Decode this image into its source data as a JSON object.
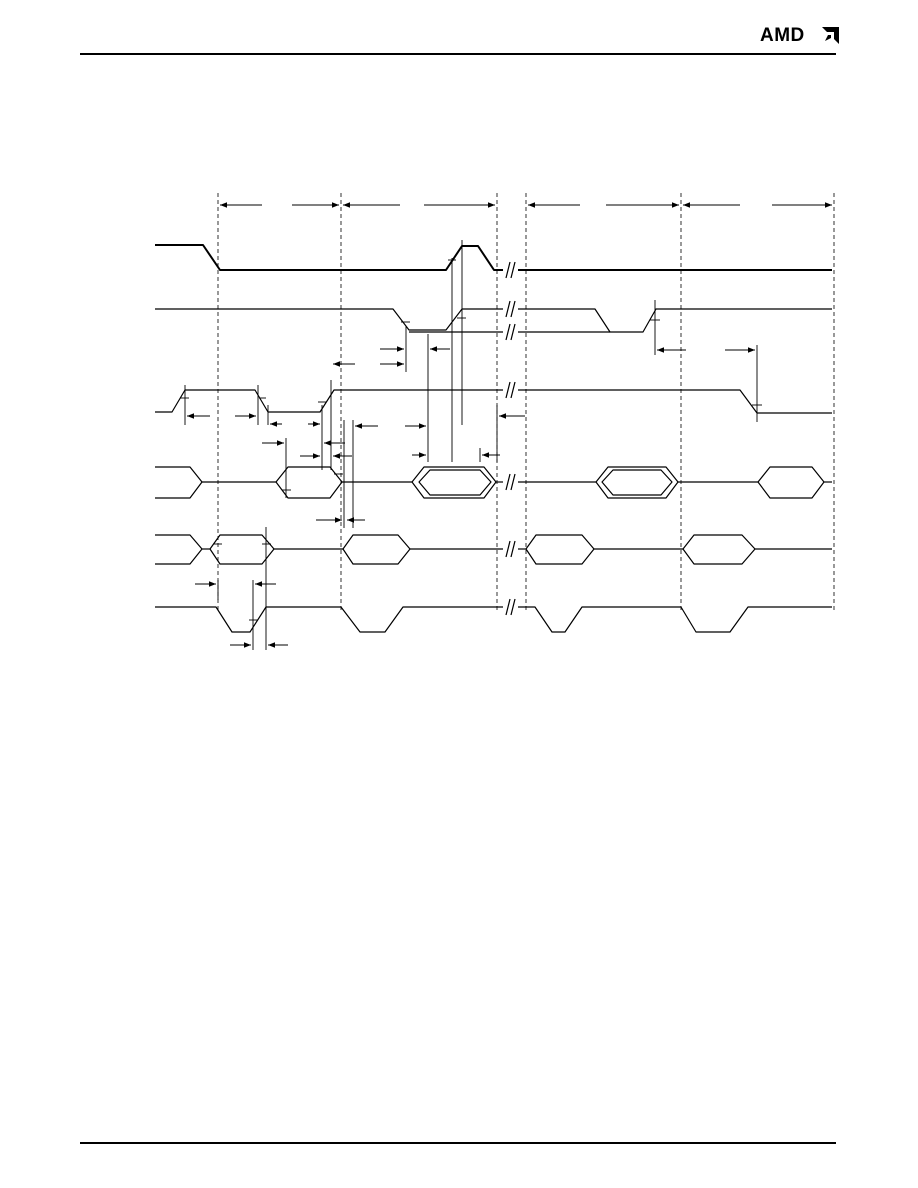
{
  "header": {
    "brand": "AMD",
    "logo_icon": "amd-arrow-logo-icon"
  },
  "diagram": {
    "line_color": "#000000",
    "period_markers": 4,
    "signals": 6
  }
}
